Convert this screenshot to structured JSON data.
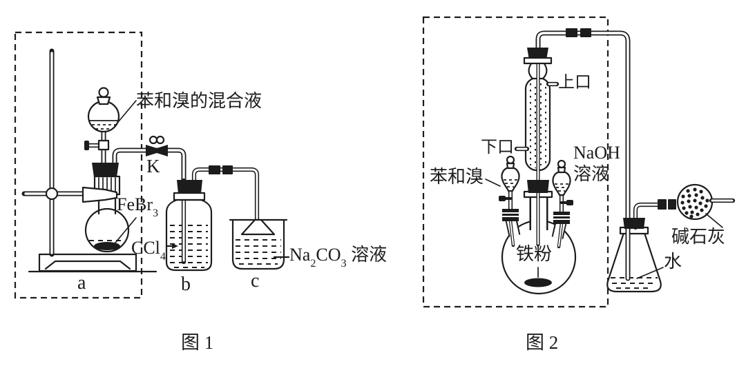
{
  "figure1": {
    "caption": "图 1",
    "labels": {
      "mixture": "苯和溴的混合液",
      "valve": "K",
      "febr3": {
        "base": "FeBr",
        "sub": "3"
      },
      "ccl4": {
        "base": "CCl",
        "sub": "4"
      },
      "na2co3": {
        "p1": "Na",
        "s1": "2",
        "p2": "CO",
        "s2": "3",
        "suffix": " 溶液"
      },
      "flask": "a",
      "bottle": "b",
      "beaker": "c"
    }
  },
  "figure2": {
    "caption": "图 2",
    "labels": {
      "upper_port": "上口",
      "lower_port": "下口",
      "benzene_bromine": "苯和溴",
      "naoh": "NaOH",
      "naoh_solution": "溶液",
      "iron_powder": "铁粉",
      "soda_lime": "碱石灰",
      "water": "水"
    }
  },
  "colors": {
    "ink": "#1c1c1c",
    "background": "#ffffff"
  }
}
